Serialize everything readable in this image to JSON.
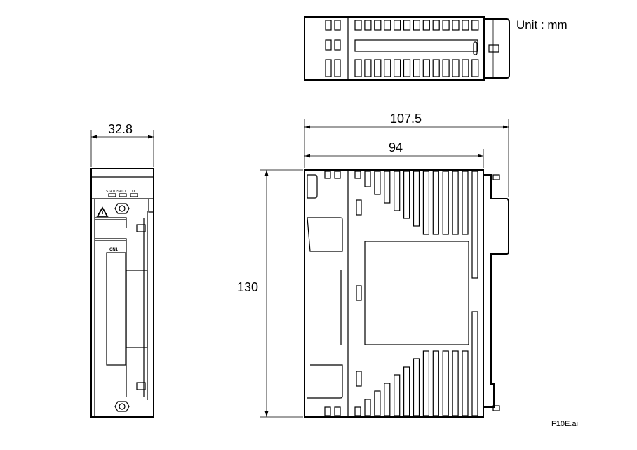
{
  "unit_label": "Unit : mm",
  "file_label": "F10E.ai",
  "dimensions": {
    "front_width": "32.8",
    "overall_depth": "107.5",
    "body_depth": "94",
    "height": "130"
  },
  "front_panel": {
    "leds": [
      "STATUS",
      "ACT",
      "TX"
    ],
    "connector": "CN1"
  }
}
